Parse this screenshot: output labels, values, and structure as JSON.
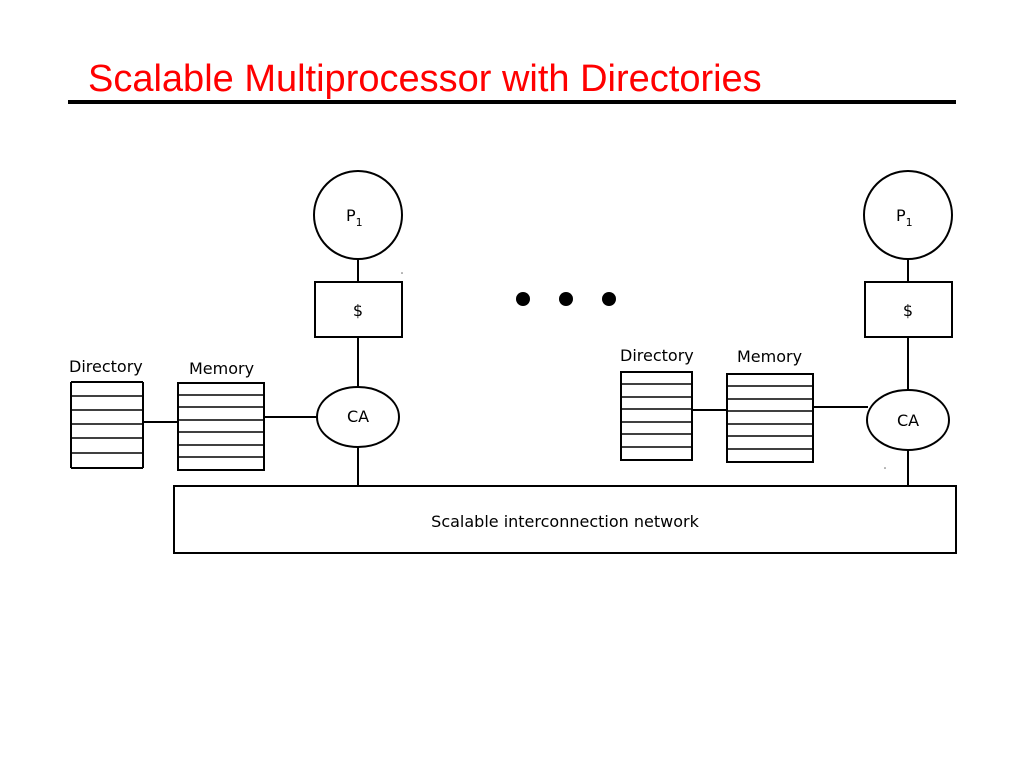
{
  "slide": {
    "title": "Scalable Multiprocessor with Directories"
  },
  "diagram": {
    "network_label": "Scalable interconnection network",
    "ellipsis_dots": 3,
    "nodes": [
      {
        "processor_label": "P",
        "processor_subscript": "1",
        "cache_label": "$",
        "assist_label": "CA",
        "directory_label": "Directory",
        "memory_label": "Memory",
        "directory_rows": 6,
        "memory_rows": 7
      },
      {
        "processor_label": "P",
        "processor_subscript": "1",
        "cache_label": "$",
        "assist_label": "CA",
        "directory_label": "Directory",
        "memory_label": "Memory",
        "directory_rows": 7,
        "memory_rows": 7
      }
    ]
  }
}
